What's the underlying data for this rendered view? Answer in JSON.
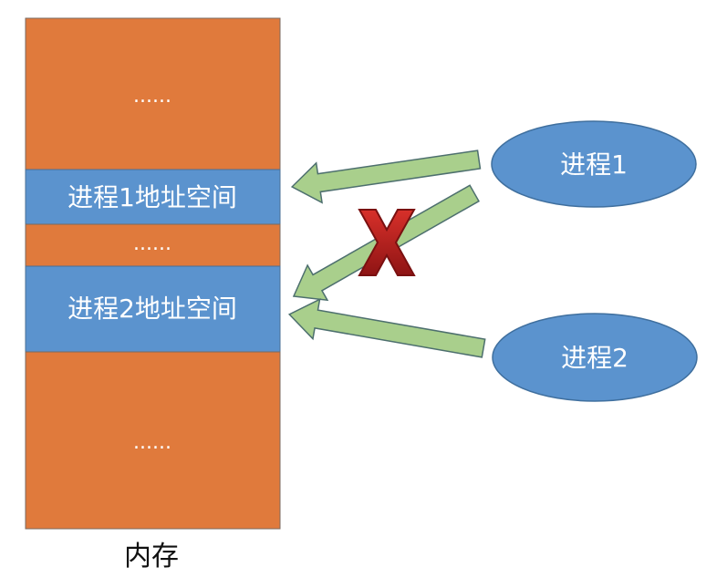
{
  "memory": {
    "label": "内存",
    "segments": [
      {
        "text": "......",
        "kind": "other"
      },
      {
        "text": "进程1地址空间",
        "kind": "process"
      },
      {
        "text": "......",
        "kind": "other"
      },
      {
        "text": "进程2地址空间",
        "kind": "process"
      },
      {
        "text": "......",
        "kind": "other"
      }
    ]
  },
  "processes": [
    {
      "label": "进程1"
    },
    {
      "label": "进程2"
    }
  ],
  "arrows": [
    {
      "from": "进程1",
      "to": "进程1地址空间",
      "allowed": true
    },
    {
      "from": "进程1",
      "to": "进程2地址空间",
      "allowed": false
    },
    {
      "from": "进程2",
      "to": "进程2地址空间",
      "allowed": true
    }
  ],
  "colors": {
    "other": "#E07A3C",
    "process": "#5B93CE",
    "arrow": "#A9CF8C",
    "arrow_stroke": "#4D6F6E",
    "cross": "#C0201F"
  }
}
